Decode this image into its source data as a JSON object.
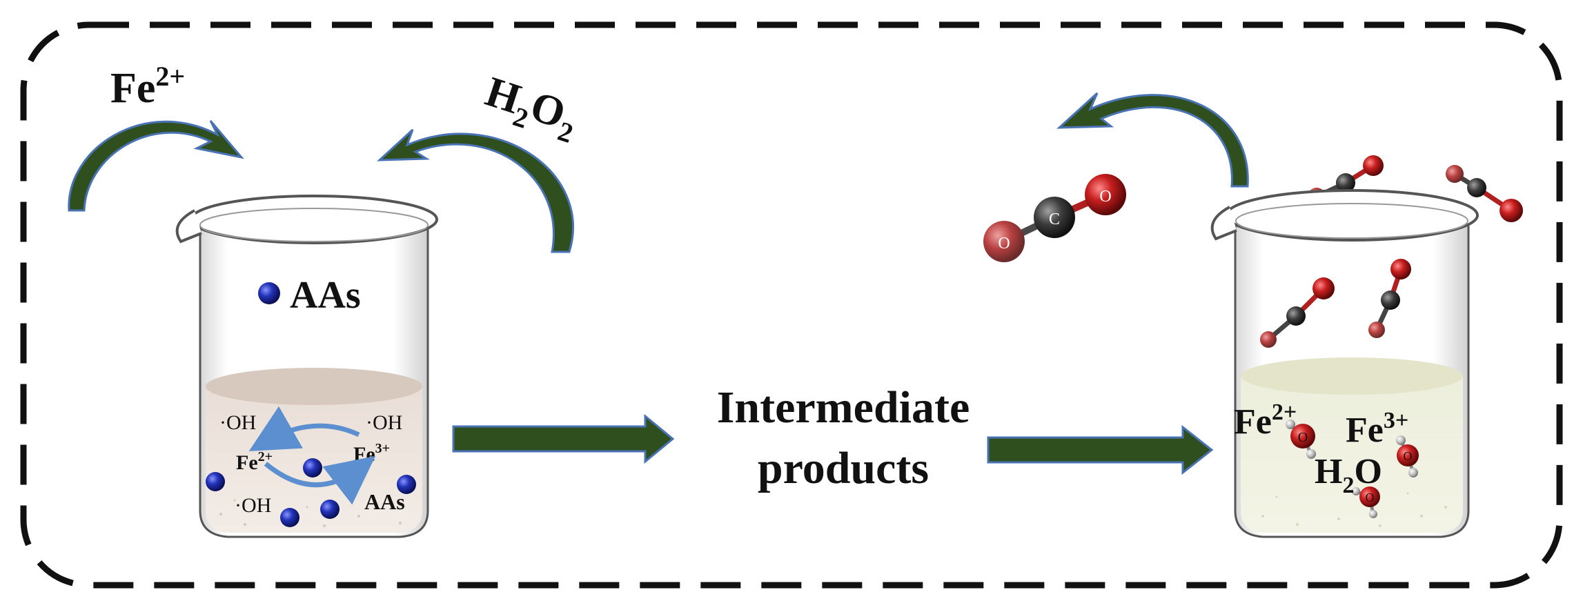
{
  "labels": {
    "fe2_top": {
      "base": "Fe",
      "sup": "2+"
    },
    "h2o2_top": {
      "p1": "H",
      "sub1": "2",
      "p2": "O",
      "sub2": "2"
    },
    "aas_legend": "AAs",
    "oh_1": "·OH",
    "oh_2": "·OH",
    "oh_3": "·OH",
    "fe2_inner": {
      "base": "Fe",
      "sup": "2+"
    },
    "fe3_inner": {
      "base": "Fe",
      "sup": "3+"
    },
    "aas_inner": "AAs",
    "intermediate_line1": "Intermediate",
    "intermediate_line2": "products",
    "fe2_right": {
      "base": "Fe",
      "sup": "2+"
    },
    "fe3_right": {
      "base": "Fe",
      "sup": "3+"
    },
    "h2o_right": {
      "p1": "H",
      "sub": "2",
      "p2": "O"
    },
    "atom_c": "C",
    "atom_o": "O"
  },
  "colors": {
    "arrow_green": "#2f4f1f",
    "arrow_outline": "#4a73b5",
    "curve_blue": "#3a5f8f",
    "inner_cycle": "#5b8fd0",
    "aas_sphere": "#1f2fa0",
    "oxygen": "#c81e1e",
    "carbon": "#3a3a3a",
    "left_liquid": "#e6d9d0",
    "right_liquid": "#eeefdc"
  }
}
